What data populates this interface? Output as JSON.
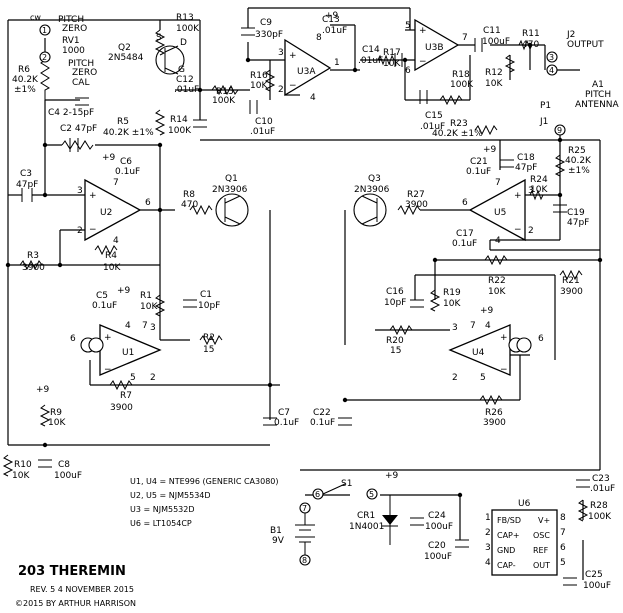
{
  "title": "203 THEREMIN",
  "revision": "REV. 5  4 NOVEMBER 2015",
  "copyright": "©2015 BY ARTHUR HARRISON",
  "notes": [
    "U1, U4 = NTE996 (GENERIC CA3080)",
    "U2, U5 = NJM5534D",
    "U3 = NJM5532D",
    "U6 = LT1054CP"
  ],
  "components": {
    "RV1": [
      "PITCH",
      "ZERO",
      "RV1",
      "1000"
    ],
    "cw": "cw",
    "R6": [
      "R6",
      "40.2K",
      "±1%"
    ],
    "C4": [
      "PITCH",
      "ZERO",
      "CAL",
      "C4  2-15pF"
    ],
    "C2": "C2 47pF",
    "R5": [
      "R5",
      "40.2K ±1%"
    ],
    "C3": [
      "C3",
      "47pF"
    ],
    "Q2": [
      "Q2",
      "2N5484"
    ],
    "R13": [
      "R13",
      "100K"
    ],
    "C12": [
      "C12",
      ".01uF"
    ],
    "R14": [
      "R14",
      "100K"
    ],
    "C9": [
      "C9",
      "330pF"
    ],
    "R16": [
      "R16",
      "10K"
    ],
    "R15": [
      "R15",
      "100K"
    ],
    "C10": [
      "C10",
      ".01uF"
    ],
    "U3A": "U3A",
    "C13": [
      "C13",
      ".01uF"
    ],
    "C14": [
      "C14",
      ".01uF"
    ],
    "R17": [
      "R17",
      "10K"
    ],
    "U3B": "U3B",
    "R18": [
      "R18",
      "100K"
    ],
    "C15": [
      "C15",
      ".01uF"
    ],
    "C11": [
      "C11",
      "100uF"
    ],
    "R11": [
      "R11",
      "470"
    ],
    "R12": [
      "R12",
      "10K"
    ],
    "J2": [
      "J2",
      "OUTPUT"
    ],
    "A1": [
      "A1",
      "PITCH",
      "ANTENNA"
    ],
    "P1": "P1",
    "J1": "J1",
    "R23": "R23",
    "R23v": "40.2K ±1%",
    "R25": [
      "R25",
      "40.2K",
      "±1%"
    ],
    "C18": [
      "C18",
      "47pF"
    ],
    "C19": [
      "C19",
      "47pF"
    ],
    "R24": [
      "R24",
      "10K"
    ],
    "C21": [
      "C21",
      "0.1uF"
    ],
    "U5": "U5",
    "C17": [
      "C17",
      "0.1uF"
    ],
    "Q3": [
      "Q3",
      "2N3906"
    ],
    "R27": [
      "R27",
      "3900"
    ],
    "R22": [
      "R22",
      "10K"
    ],
    "R21": [
      "R21",
      "3900"
    ],
    "C16": [
      "C16",
      "10pF"
    ],
    "R19": [
      "R19",
      "10K"
    ],
    "R20": [
      "R20",
      "15"
    ],
    "U4": "U4",
    "C22": [
      "C22",
      "0.1uF"
    ],
    "R26": [
      "R26",
      "3900"
    ],
    "U2": "U2",
    "C6": [
      "C6",
      "0.1uF"
    ],
    "R8": [
      "R8",
      "470"
    ],
    "Q1": [
      "Q1",
      "2N3906"
    ],
    "R3": [
      "R3",
      "3900"
    ],
    "R4": [
      "R4",
      "10K"
    ],
    "C5": [
      "C5",
      "0.1uF"
    ],
    "R1": [
      "R1",
      "10K"
    ],
    "C1": [
      "C1",
      "10pF"
    ],
    "U1": "U1",
    "R2": [
      "R2",
      "15"
    ],
    "R7": [
      "R7",
      "3900"
    ],
    "C7": [
      "C7",
      "0.1uF"
    ],
    "R9": [
      "R9",
      "10K"
    ],
    "R10": [
      "R10",
      "10K"
    ],
    "C8": [
      "C8",
      "100uF"
    ],
    "S1": "S1",
    "B1": [
      "B1",
      "9V"
    ],
    "CR1": [
      "CR1",
      "1N4001"
    ],
    "C24": [
      "C24",
      "100uF"
    ],
    "C20": [
      "C20",
      "100uF"
    ],
    "U6": "U6",
    "U6pins": [
      "FB/SD",
      "V+",
      "CAP+",
      "OSC",
      "GND",
      "REF",
      "CAP-",
      "OUT"
    ],
    "C23": [
      "C23",
      ".01uF"
    ],
    "R28": [
      "R28",
      "100K"
    ],
    "C25": [
      "C25",
      "100uF"
    ]
  },
  "supply": "+9",
  "pins": {
    "u2": [
      "3",
      "2",
      "6",
      "4",
      "7"
    ],
    "u1": [
      "6",
      "3",
      "2",
      "5",
      "4",
      "7"
    ],
    "u3a": [
      "3",
      "2",
      "1",
      "8",
      "4"
    ],
    "u3b": [
      "5",
      "6",
      "7"
    ],
    "u5": [
      "3",
      "2",
      "6",
      "4",
      "7"
    ],
    "u4": [
      "6",
      "3",
      "2",
      "5",
      "4",
      "7"
    ],
    "u6": [
      "1",
      "8",
      "2",
      "7",
      "3",
      "6",
      "4",
      "5"
    ],
    "q2": [
      "S",
      "D",
      "G"
    ],
    "minus": "−",
    "plus": "+"
  },
  "terminals": [
    "1",
    "2",
    "3",
    "4",
    "5",
    "6",
    "7",
    "8",
    "9"
  ]
}
